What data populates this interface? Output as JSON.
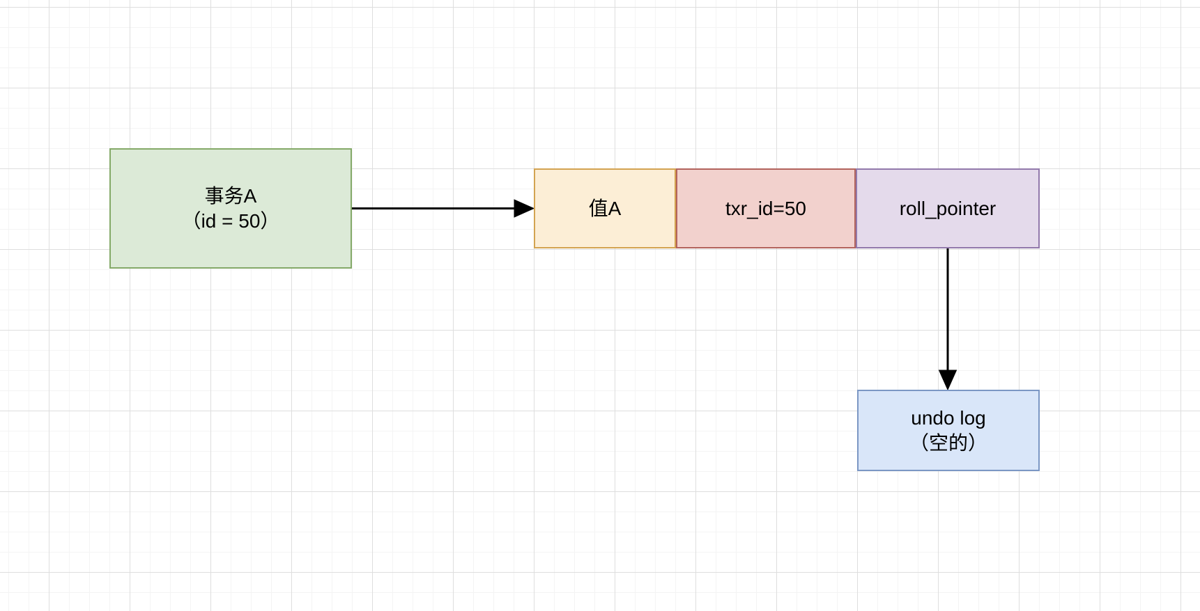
{
  "diagram": {
    "canvas": {
      "background": "#ffffff",
      "grid_minor_color": "#f4f4f4",
      "grid_major_color": "#dedede",
      "text_color": "#000000"
    },
    "nodes": [
      {
        "name": "transaction-a",
        "lines": [
          "事务A",
          "（id = 50）"
        ],
        "fill": "#dcead7",
        "stroke": "#84a968"
      },
      {
        "name": "value-a",
        "lines": [
          "值A"
        ],
        "fill": "#fceed6",
        "stroke": "#d3a351"
      },
      {
        "name": "txr-id",
        "lines": [
          "txr_id=50"
        ],
        "fill": "#f2d1cd",
        "stroke": "#b2635c"
      },
      {
        "name": "roll-pointer",
        "lines": [
          "roll_pointer"
        ],
        "fill": "#e4daeb",
        "stroke": "#9279ab"
      },
      {
        "name": "undo-log",
        "lines": [
          "undo log",
          "（空的）"
        ],
        "fill": "#d9e6f9",
        "stroke": "#7b97c4"
      }
    ],
    "edges": [
      {
        "name": "transaction-a-to-value-a",
        "from": "transaction-a",
        "to": "value-a",
        "direction": "right",
        "color": "#000000"
      },
      {
        "name": "roll-pointer-to-undo-log",
        "from": "roll-pointer",
        "to": "undo-log",
        "direction": "down",
        "color": "#000000"
      }
    ]
  }
}
